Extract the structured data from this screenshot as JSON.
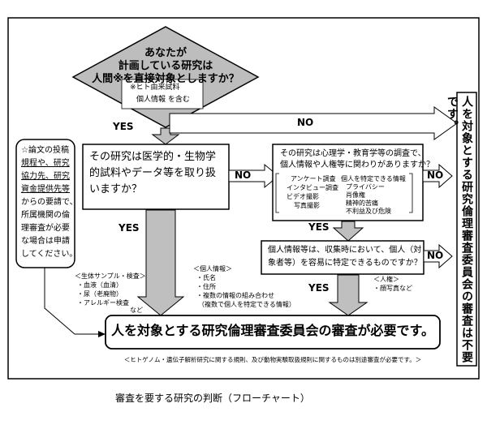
{
  "colors": {
    "ink": "#000000",
    "arrow_fill": "#bfbfbf",
    "diamond_fill": "#bdbdbd",
    "background": "#ffffff"
  },
  "start": {
    "lines": [
      "あなたが",
      "計画している研究は",
      "人間※を直接対象としますか？"
    ],
    "note_lines": [
      "※ヒト由来試料",
      "個人情報 を含む"
    ]
  },
  "labels": {
    "yes_1": "YES",
    "no_top": "NO",
    "no_2": "NO",
    "no_3": "NO",
    "no_4": "NO",
    "yes_2": "YES",
    "yes_3": "YES",
    "yes_4": "YES"
  },
  "side_note": {
    "lines": [
      "☆論文の投稿",
      "規程や、研究",
      "協力先、研究",
      "資金提供先等",
      "からの要請で、",
      "所属機関の倫",
      "理審査が必要",
      "な場合は申請",
      "してください。"
    ]
  },
  "q_medical": {
    "lines": [
      "その研究は医学的・生物学",
      "的試料やデータ等を取り扱",
      "いますか？"
    ]
  },
  "q_psych": {
    "lines": [
      "その研究は心理学・教育学等の調査で、",
      "個人情報や人権等に関わりがありますか？"
    ],
    "examples_left": [
      "アンケート調査",
      "インタビュー調査",
      "ビデオ撮影",
      "写真撮影"
    ],
    "examples_right": [
      "個人を特定できる情報",
      "プライバシー",
      "肖像権",
      "精神的苦痛",
      "不利益及び危険"
    ]
  },
  "q_identify": {
    "lines": [
      "個人情報等は、収集時において、個人（対",
      "象者等）を容易に特定できるものですか？"
    ]
  },
  "notes": {
    "bio_lines": [
      "＜生体サンプル・検査＞",
      "・血液（血清）",
      "・尿（老廃物）",
      "・アレルギー検査"
    ],
    "bio_etc": "など",
    "personal_lines": [
      "＜個人情報＞",
      "・氏名",
      "・住所",
      "・複数の情報の組み合わせ",
      "（複数で個人を特定できる情報）"
    ],
    "rights_lines": [
      "＜人権＞",
      "・顔写真など"
    ]
  },
  "result_required": "人を対象とする研究倫理審査委員会の審査が必要です。",
  "result_not_required": "人を対象とする研究倫理審査委員会の審査は不要です。",
  "footnote": "＜ヒトゲノム・遺伝子解析研究に関する規則、及び動物実験取扱規則に関するものは別途審査が必要です。＞",
  "caption": "審査を要する研究の判断（フローチャート）"
}
